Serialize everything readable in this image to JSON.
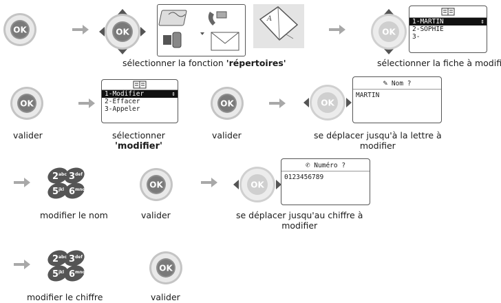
{
  "colors": {
    "ok_ring": "#b9b9b9",
    "ok_inner": "#909090",
    "ok_center": "#e8e8e8",
    "arrow": "#a8a8a8"
  },
  "icons": [
    "ok-button-icon",
    "navigator-icon",
    "directory-icon",
    "phone-envelope-icon",
    "open-book-icon",
    "keypad-icon",
    "contact-card-icon",
    "phone-handset-icon"
  ],
  "row1": {
    "caption_prefix": "sélectionner la fonction ",
    "caption_bold": "'répertoires'",
    "screen_items": [
      "1-MARTIN",
      "2-SOPHIE",
      "3-"
    ],
    "caption_right": "sélectionner la fiche à modifier"
  },
  "row2": {
    "valider1": "valider",
    "menu_items": [
      "1-Modifier",
      "2-Effacer",
      "3-Appeler"
    ],
    "select_line1": "sélectionner",
    "select_line2": "'modifier'",
    "valider2": "valider",
    "name_title": "Nom ?",
    "name_value": "MARTIN",
    "move_line1": "se déplacer jusqu'à la lettre à",
    "move_line2": "modifier"
  },
  "row3": {
    "modify_name": "modifier le nom",
    "valider": "valider",
    "number_title": "Numéro ?",
    "number_value": "0123456789",
    "move_line1": "se déplacer jusqu'au chiffre à",
    "move_line2": "modifier"
  },
  "row4": {
    "modify_digit": "modifier le chiffre",
    "valider": "valider"
  },
  "keys": [
    "2abc",
    "3def",
    "5jkl",
    "6mno"
  ],
  "ok_label": "OK"
}
